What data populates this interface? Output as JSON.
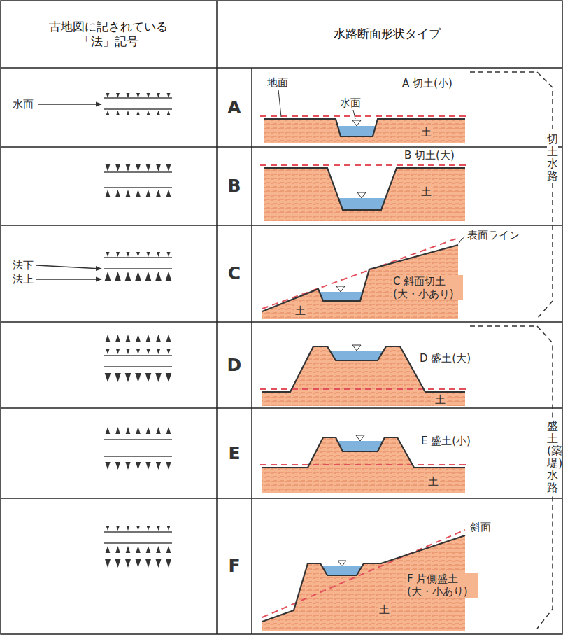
{
  "diagram": {
    "labels": [
      "古地図に記されている「法」記号",
      "水路断面形状タイプ",
      "水面",
      "A",
      "地面",
      "水面",
      "A 切土(小)",
      "土",
      "B",
      "B 切土(大)",
      "土",
      "法下",
      "法上",
      "C",
      "表面ライン",
      "C 斜面切土 (大・小あり)",
      "土",
      "D",
      "D 盛土(大)",
      "土",
      "E",
      "E 盛土(小)",
      "土",
      "F",
      "斜面",
      "F 片側盛土 (大・小あり)",
      "土",
      "切土水路",
      "盛土(築堤)水路"
    ]
  }
}
